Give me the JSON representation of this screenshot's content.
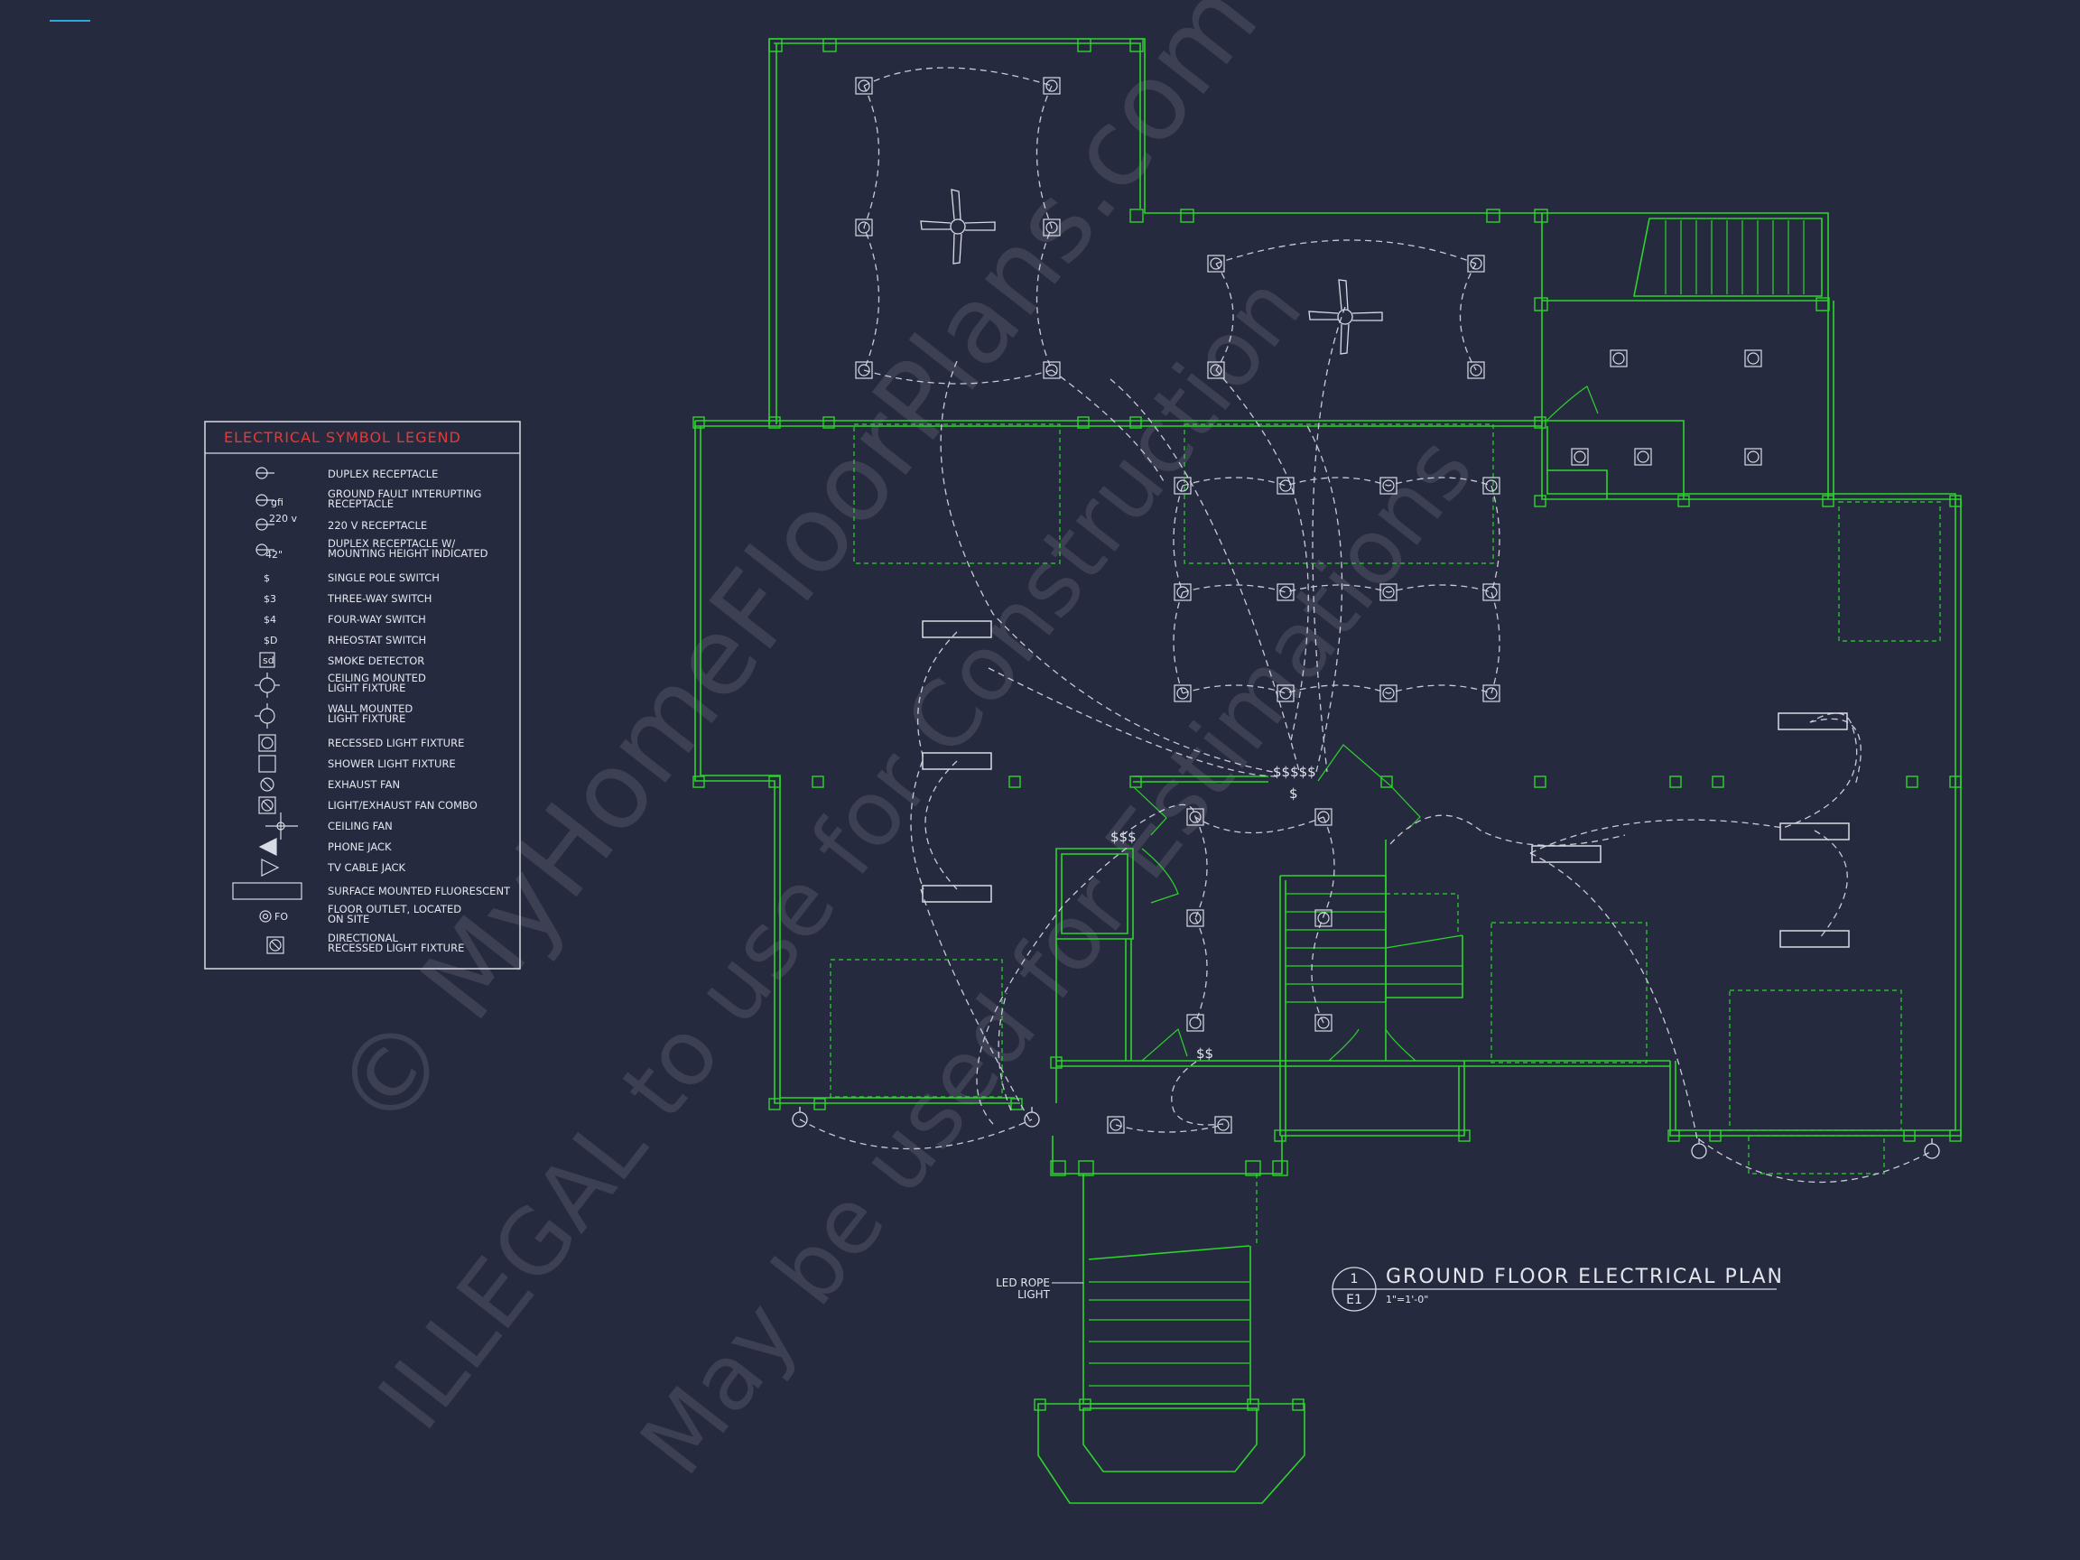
{
  "legend": {
    "title": "ELECTRICAL SYMBOL LEGEND",
    "items": [
      {
        "icon": "duplex-receptacle-icon",
        "label_lines": [
          "DUPLEX RECEPTACLE"
        ]
      },
      {
        "icon": "gfi-receptacle-icon",
        "label_lines": [
          "GROUND FAULT INTERUPTING",
          "RECEPTACLE"
        ],
        "tag": "gfi"
      },
      {
        "icon": "receptacle-220v-icon",
        "label_lines": [
          "220 V RECEPTACLE"
        ],
        "tag": "220 v"
      },
      {
        "icon": "mounted-receptacle-icon",
        "label_lines": [
          "DUPLEX RECEPTACLE W/",
          "MOUNTING HEIGHT INDICATED"
        ],
        "tag": "42\""
      },
      {
        "icon": "single-pole-switch-icon",
        "label_lines": [
          "SINGLE POLE SWITCH"
        ],
        "tag": "$"
      },
      {
        "icon": "three-way-switch-icon",
        "label_lines": [
          "THREE-WAY SWITCH"
        ],
        "tag": "$3"
      },
      {
        "icon": "four-way-switch-icon",
        "label_lines": [
          "FOUR-WAY SWITCH"
        ],
        "tag": "$4"
      },
      {
        "icon": "rheostat-switch-icon",
        "label_lines": [
          "RHEOSTAT SWITCH"
        ],
        "tag": "$D"
      },
      {
        "icon": "smoke-detector-icon",
        "label_lines": [
          "SMOKE DETECTOR"
        ],
        "tag": "sd"
      },
      {
        "icon": "ceiling-light-icon",
        "label_lines": [
          "CEILING MOUNTED",
          "LIGHT FIXTURE"
        ]
      },
      {
        "icon": "wall-light-icon",
        "label_lines": [
          "WALL MOUNTED",
          "LIGHT FIXTURE"
        ]
      },
      {
        "icon": "recessed-light-icon",
        "label_lines": [
          "RECESSED LIGHT FIXTURE"
        ]
      },
      {
        "icon": "shower-light-icon",
        "label_lines": [
          "SHOWER LIGHT FIXTURE"
        ]
      },
      {
        "icon": "exhaust-fan-icon",
        "label_lines": [
          "EXHAUST FAN"
        ]
      },
      {
        "icon": "light-exhaust-combo-icon",
        "label_lines": [
          "LIGHT/EXHAUST FAN COMBO"
        ]
      },
      {
        "icon": "ceiling-fan-icon",
        "label_lines": [
          "CEILING FAN"
        ]
      },
      {
        "icon": "phone-jack-icon",
        "label_lines": [
          "PHONE JACK"
        ]
      },
      {
        "icon": "tv-cable-jack-icon",
        "label_lines": [
          "TV CABLE JACK"
        ]
      },
      {
        "icon": "fluorescent-icon",
        "label_lines": [
          "SURFACE MOUNTED FLUORESCENT"
        ]
      },
      {
        "icon": "floor-outlet-icon",
        "label_lines": [
          "FLOOR OUTLET, LOCATED",
          "ON SITE"
        ],
        "tag": "FO"
      },
      {
        "icon": "directional-recessed-icon",
        "label_lines": [
          "DIRECTIONAL",
          "RECESSED LIGHT FIXTURE"
        ]
      }
    ]
  },
  "title_block": {
    "number": "1",
    "sheet": "E1",
    "title": "GROUND FLOOR ELECTRICAL PLAN",
    "scale": "1\"=1'-0\""
  },
  "notes": {
    "led_rope_light": [
      "LED ROPE",
      "LIGHT"
    ],
    "switch_bank": "$$$$$",
    "switch_group_1": "$$$",
    "switch_group_2": "$$",
    "switch_single": "$"
  },
  "watermark": {
    "lines": [
      "© MyHomeFloorPlans.com",
      "ILLEGAL to use for Construction",
      "May be used for Estimations"
    ]
  },
  "colors": {
    "background": "#262a3f",
    "walls": "#2cd42c",
    "wiring": "#c8cad8",
    "legend_title": "#e53935",
    "text": "#e4e6ee",
    "watermark": "#6b6a78"
  }
}
